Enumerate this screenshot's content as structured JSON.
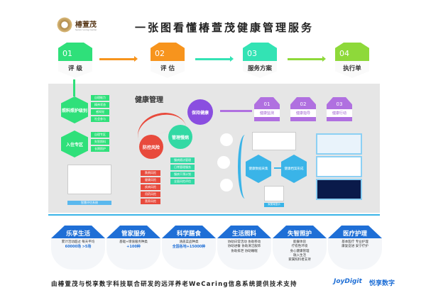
{
  "logo": {
    "name": "椿萱茂",
    "sub": "Senior Living Center"
  },
  "title": "一张图看懂椿萱茂健康管理服务",
  "steps": [
    {
      "num": "01",
      "label": "评 级",
      "color": "#2fe07a"
    },
    {
      "num": "02",
      "label": "评 估",
      "color": "#f7941d"
    },
    {
      "num": "03",
      "label": "服务方案",
      "color": "#33e3b4"
    },
    {
      "num": "04",
      "label": "执行单",
      "color": "#8ed93a"
    }
  ],
  "left": {
    "level": "照料照护级别",
    "level_items": [
      "自理能力",
      "精神状态",
      "感知觉",
      "社会参与"
    ],
    "zone": "入住专区",
    "zone_items": [
      "自理专区",
      "失智照料",
      "长期照护"
    ],
    "system": "智慧评估系统"
  },
  "health": {
    "title": "健康管理",
    "keep": "保持健康",
    "risk": "防控风险",
    "risk_items": [
      "跌倒风险",
      "健康风险",
      "疾病风险",
      "用药风险",
      "营养风险"
    ],
    "chronic": "管理慢病",
    "chronic_items": [
      "慢病随访管理",
      "日常管理服务",
      "慢病干预计划",
      "全面风险评估"
    ]
  },
  "plan": [
    {
      "num": "01",
      "label": "健康监测"
    },
    {
      "num": "02",
      "label": "健康指导"
    },
    {
      "num": "03",
      "label": "健康行动"
    }
  ],
  "data": {
    "collect": "健康数据采集",
    "archive": "健康档案形成",
    "app": "家属端显示"
  },
  "cards": [
    {
      "title": "乐享生活",
      "lines": [
        "累计活动超过  每天平均"
      ],
      "num": "60000场  >5场"
    },
    {
      "title": "管家服务",
      "lines": [
        "基础+增值服务种类"
      ],
      "num": "+100种"
    },
    {
      "title": "科学膳食",
      "lines": [
        "涵盖菜品种类"
      ],
      "num": "全国各地+15000种"
    },
    {
      "title": "生活照料",
      "lines": [
        "协助日常活动 协助移动",
        "协助进餐 协助清洁服饰",
        "协助排泄 协助睡眠"
      ],
      "num": ""
    },
    {
      "title": "失智照护",
      "lines": [
        "能餐体验",
        "疗愈性环境",
        "身心健康管理",
        "融入生活",
        "家属照料者支持"
      ],
      "num": ""
    },
    {
      "title": "医疗护理",
      "lines": [
        "基本医疗 专业护理",
        "康复促进 安宁疗护"
      ],
      "num": ""
    }
  ],
  "footer": "由椿萱茂与悦享数字科技联合研发的远洋养老WeCaring信息系统提供技术支持",
  "brand": {
    "en": "JoyDigit",
    "cn": "悦享数字"
  }
}
